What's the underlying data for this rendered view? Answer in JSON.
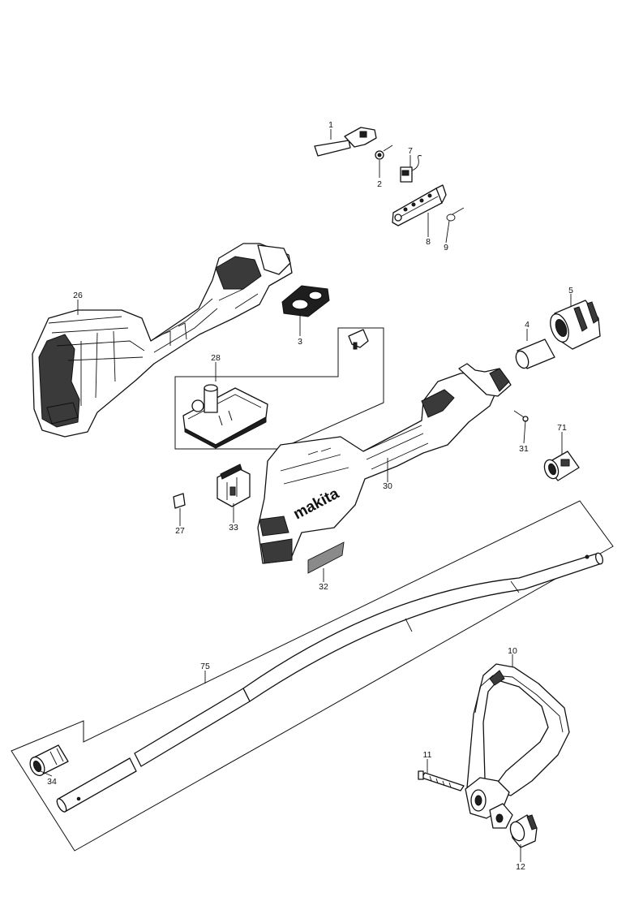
{
  "brand": "makita",
  "callouts": {
    "p1": "1",
    "p2": "2",
    "p3": "3",
    "p4": "4",
    "p5": "5",
    "p7": "7",
    "p8": "8",
    "p9": "9",
    "p10": "10",
    "p11": "11",
    "p12": "12",
    "p26": "26",
    "p27": "27",
    "p28": "28",
    "p30": "30",
    "p31": "31",
    "p32": "32",
    "p33": "33",
    "p34": "34",
    "p71": "71",
    "p75": "75"
  }
}
